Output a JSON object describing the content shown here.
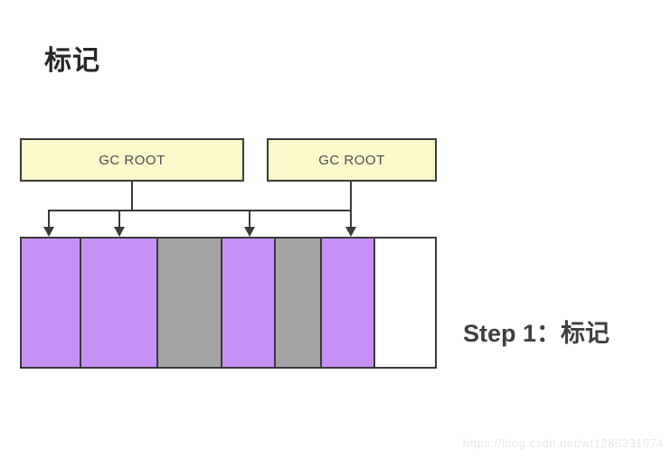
{
  "page": {
    "title": "标记",
    "step_label": "Step 1：标记",
    "watermark": "https://blog.csdn.net/wt1286331074"
  },
  "gc_roots": [
    {
      "label": "GC ROOT"
    },
    {
      "label": "GC ROOT"
    }
  ],
  "heap": {
    "blocks": [
      {
        "kind": "marked",
        "color": "#C690F5"
      },
      {
        "kind": "marked",
        "color": "#C690F5"
      },
      {
        "kind": "unmarked",
        "color": "#A3A3A3"
      },
      {
        "kind": "marked",
        "color": "#C690F5"
      },
      {
        "kind": "unmarked",
        "color": "#A3A3A3"
      },
      {
        "kind": "marked",
        "color": "#C690F5"
      },
      {
        "kind": "free",
        "color": "#FFFFFF"
      }
    ]
  },
  "arrows": {
    "from_root_1_to_blocks": [
      0,
      1,
      3
    ],
    "from_root_2_to_blocks": [
      5
    ]
  },
  "colors": {
    "marked": "#C690F5",
    "unmarked": "#A3A3A3",
    "free": "#FFFFFF",
    "root_fill": "#FCFACD",
    "line": "#3A3A3A",
    "title_text": "#262626",
    "step_text": "#3F3F3F",
    "watermark_text": "#E9E9E9"
  }
}
